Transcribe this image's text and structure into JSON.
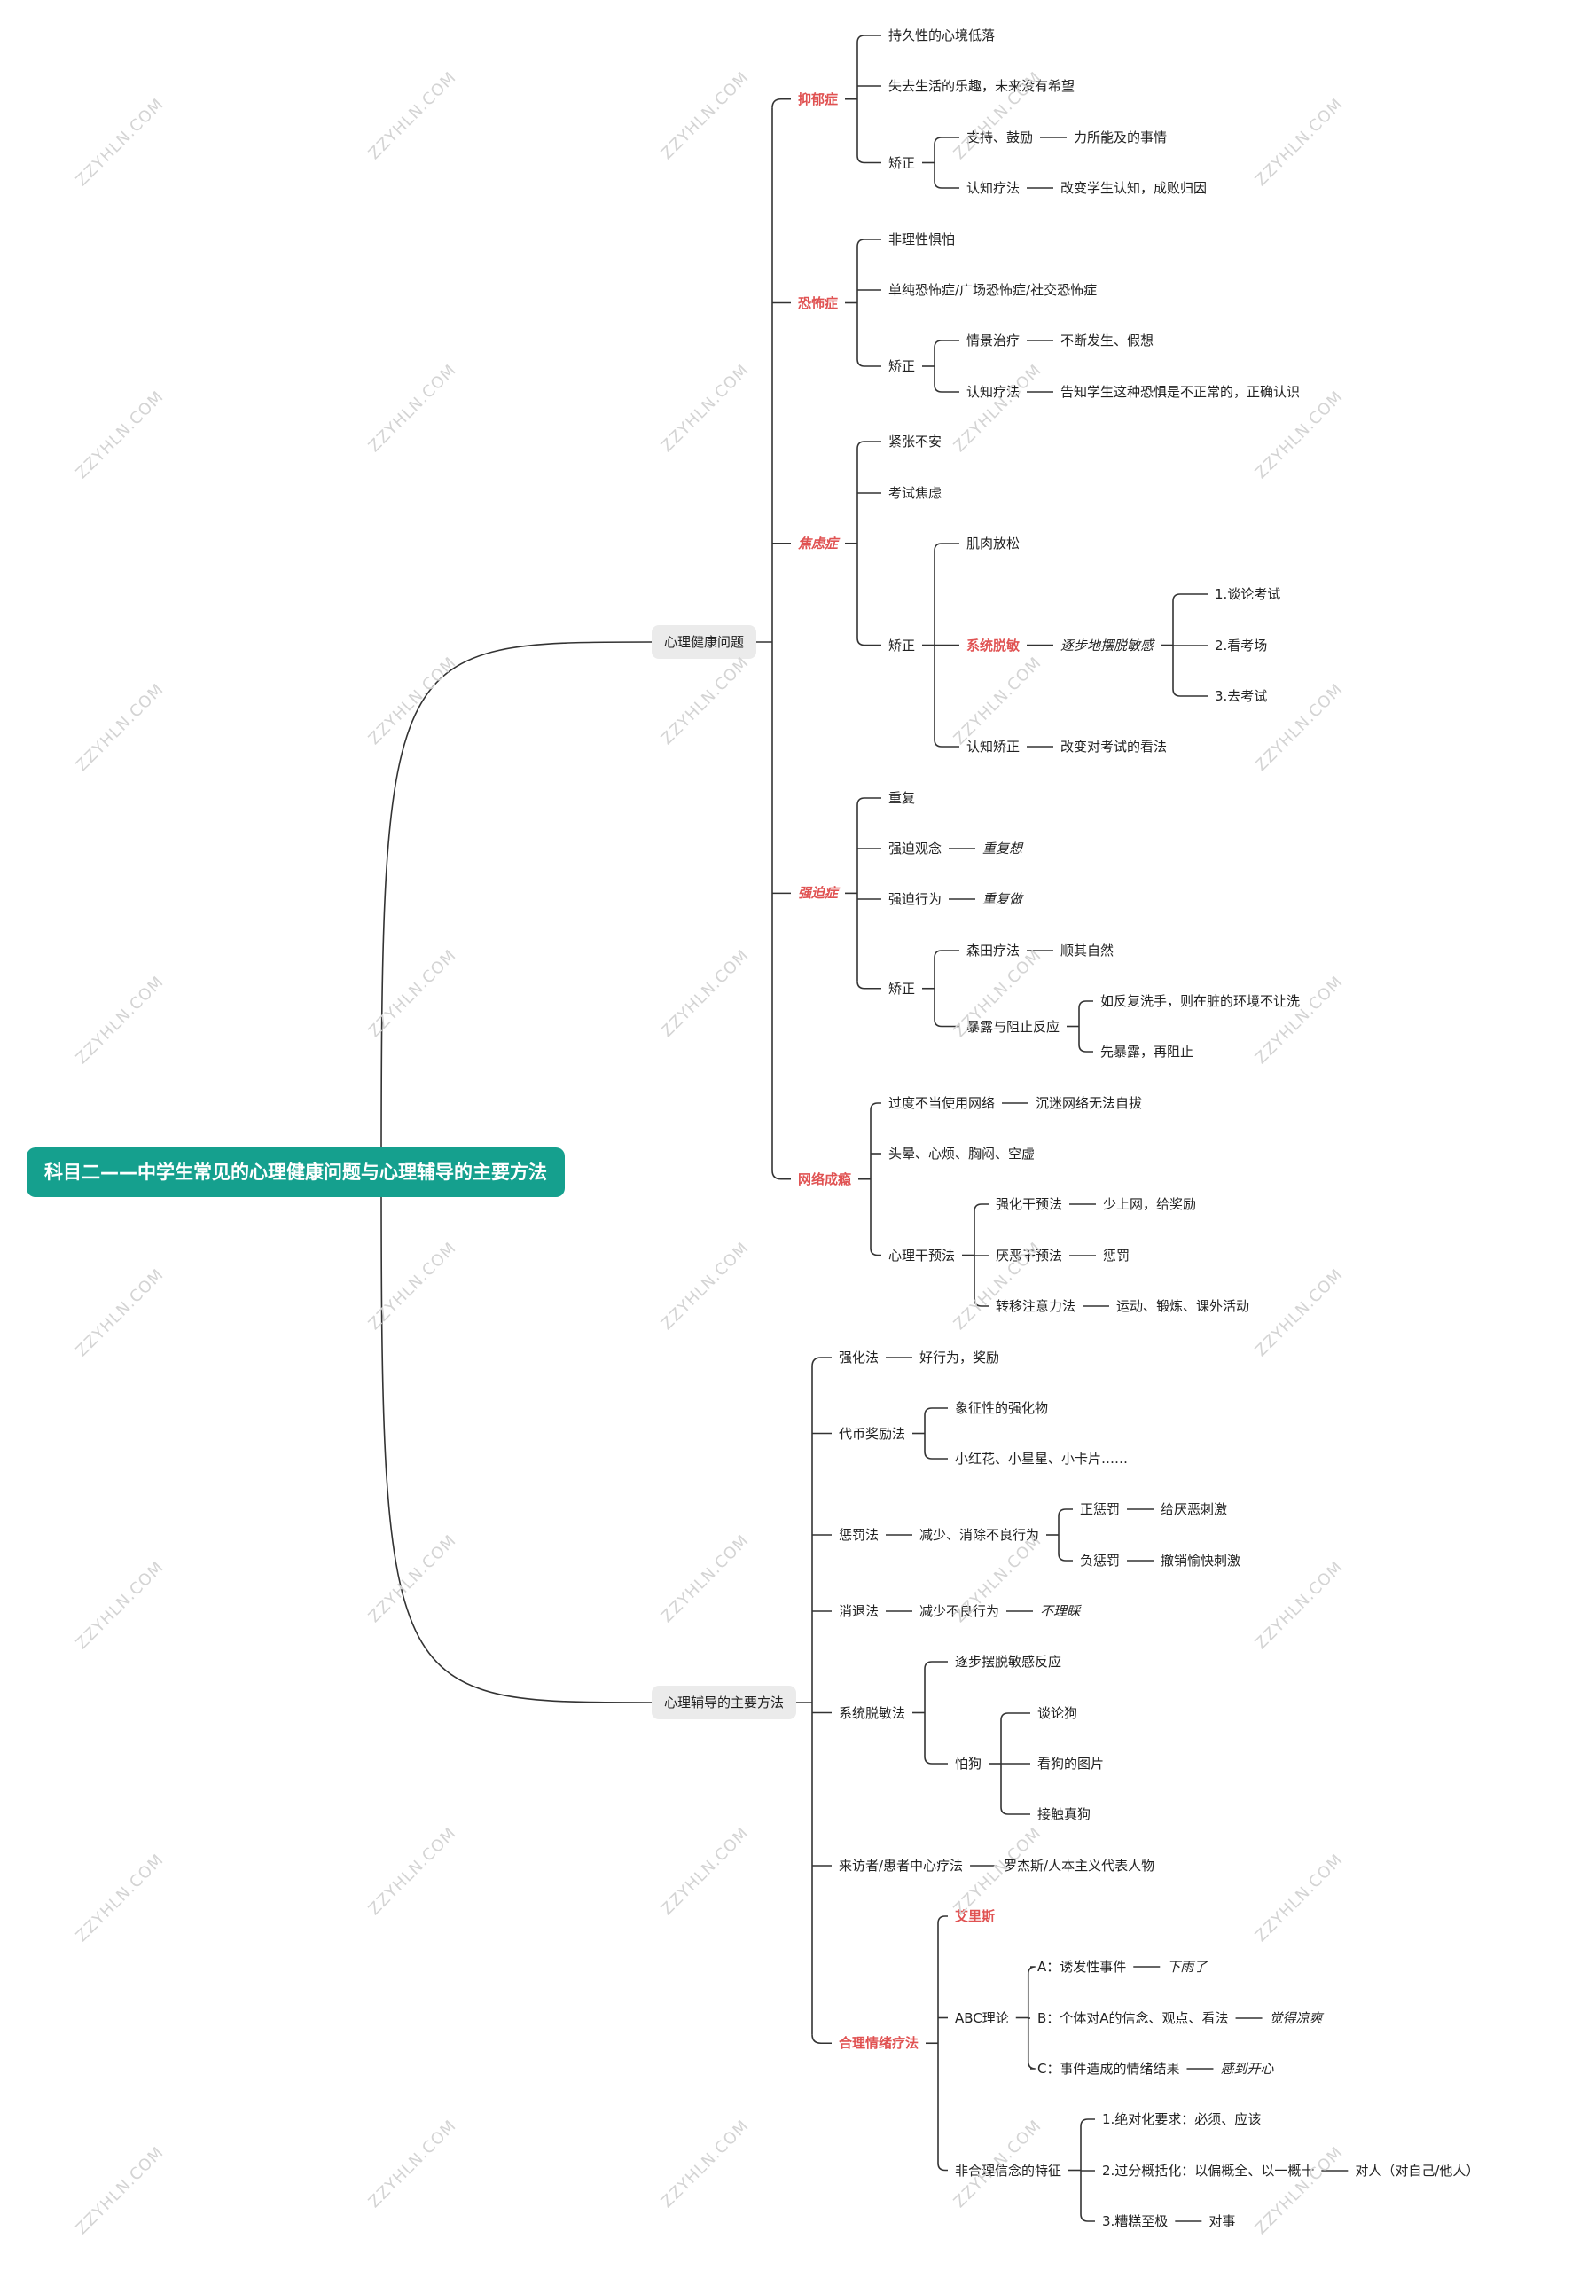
{
  "title": "科目二——中学生常见的心理健康问题与心理辅导的主要方法",
  "watermark": "ZZYHLN.COM",
  "colors": {
    "root_bg": "#15a08e",
    "highlight": "#e05252",
    "pill_bg": "#ebebeb",
    "line": "#333333"
  },
  "branches": [
    {
      "label": "心理健康问题",
      "children": [
        {
          "label": "抑郁症",
          "style": "red",
          "children": [
            {
              "label": "持久性的心境低落"
            },
            {
              "label": "失去生活的乐趣，未来没有希望"
            },
            {
              "label": "矫正",
              "children": [
                {
                  "label": "支持、鼓励",
                  "children": [
                    {
                      "label": "力所能及的事情"
                    }
                  ]
                },
                {
                  "label": "认知疗法",
                  "children": [
                    {
                      "label": "改变学生认知，成败归因"
                    }
                  ]
                }
              ]
            }
          ]
        },
        {
          "label": "恐怖症",
          "style": "red",
          "children": [
            {
              "label": "非理性惧怕"
            },
            {
              "label": "单纯恐怖症/广场恐怖症/社交恐怖症"
            },
            {
              "label": "矫正",
              "children": [
                {
                  "label": "情景治疗",
                  "children": [
                    {
                      "label": "不断发生、假想"
                    }
                  ]
                },
                {
                  "label": "认知疗法",
                  "children": [
                    {
                      "label": "告知学生这种恐惧是不正常的，正确认识"
                    }
                  ]
                }
              ]
            }
          ]
        },
        {
          "label": "焦虑症",
          "style": "red-italic",
          "children": [
            {
              "label": "紧张不安"
            },
            {
              "label": "考试焦虑"
            },
            {
              "label": "矫正",
              "children": [
                {
                  "label": "肌肉放松"
                },
                {
                  "label": "系统脱敏",
                  "style": "red",
                  "children": [
                    {
                      "label": "逐步地摆脱敏感",
                      "style": "italic",
                      "children": [
                        {
                          "label": "1.谈论考试"
                        },
                        {
                          "label": "2.看考场"
                        },
                        {
                          "label": "3.去考试"
                        }
                      ]
                    }
                  ]
                },
                {
                  "label": "认知矫正",
                  "children": [
                    {
                      "label": "改变对考试的看法"
                    }
                  ]
                }
              ]
            }
          ]
        },
        {
          "label": "强迫症",
          "style": "red-italic",
          "children": [
            {
              "label": "重复"
            },
            {
              "label": "强迫观念",
              "children": [
                {
                  "label": "重复想",
                  "style": "italic"
                }
              ]
            },
            {
              "label": "强迫行为",
              "children": [
                {
                  "label": "重复做",
                  "style": "italic"
                }
              ]
            },
            {
              "label": "矫正",
              "children": [
                {
                  "label": "森田疗法",
                  "children": [
                    {
                      "label": "顺其自然"
                    }
                  ]
                },
                {
                  "label": "暴露与阻止反应",
                  "children": [
                    {
                      "label": "如反复洗手，则在脏的环境不让洗"
                    },
                    {
                      "label": "先暴露，再阻止"
                    }
                  ]
                }
              ]
            }
          ]
        },
        {
          "label": "网络成瘾",
          "style": "red",
          "children": [
            {
              "label": "过度不当使用网络",
              "children": [
                {
                  "label": "沉迷网络无法自拔"
                }
              ]
            },
            {
              "label": "头晕、心烦、胸闷、空虚"
            },
            {
              "label": "心理干预法",
              "children": [
                {
                  "label": "强化干预法",
                  "children": [
                    {
                      "label": "少上网，给奖励"
                    }
                  ]
                },
                {
                  "label": "厌恶干预法",
                  "children": [
                    {
                      "label": "惩罚"
                    }
                  ]
                },
                {
                  "label": "转移注意力法",
                  "children": [
                    {
                      "label": "运动、锻炼、课外活动"
                    }
                  ]
                }
              ]
            }
          ]
        }
      ]
    },
    {
      "label": "心理辅导的主要方法",
      "children": [
        {
          "label": "强化法",
          "children": [
            {
              "label": "好行为，奖励"
            }
          ]
        },
        {
          "label": "代币奖励法",
          "children": [
            {
              "label": "象征性的强化物"
            },
            {
              "label": "小红花、小星星、小卡片……"
            }
          ]
        },
        {
          "label": "惩罚法",
          "children": [
            {
              "label": "减少、消除不良行为",
              "children": [
                {
                  "label": "正惩罚",
                  "children": [
                    {
                      "label": "给厌恶刺激"
                    }
                  ]
                },
                {
                  "label": "负惩罚",
                  "children": [
                    {
                      "label": "撤销愉快刺激"
                    }
                  ]
                }
              ]
            }
          ]
        },
        {
          "label": "消退法",
          "children": [
            {
              "label": "减少不良行为",
              "children": [
                {
                  "label": "不理睬",
                  "style": "italic"
                }
              ]
            }
          ]
        },
        {
          "label": "系统脱敏法",
          "children": [
            {
              "label": "逐步摆脱敏感反应"
            },
            {
              "label": "怕狗",
              "children": [
                {
                  "label": "谈论狗"
                },
                {
                  "label": "看狗的图片"
                },
                {
                  "label": "接触真狗"
                }
              ]
            }
          ]
        },
        {
          "label": "来访者/患者中心疗法",
          "children": [
            {
              "label": "罗杰斯/人本主义代表人物"
            }
          ]
        },
        {
          "label": "合理情绪疗法",
          "style": "red",
          "children": [
            {
              "label": "艾里斯",
              "style": "red"
            },
            {
              "label": "ABC理论",
              "children": [
                {
                  "label": "A：诱发性事件",
                  "children": [
                    {
                      "label": "下雨了",
                      "style": "italic"
                    }
                  ]
                },
                {
                  "label": "B：个体对A的信念、观点、看法",
                  "children": [
                    {
                      "label": "觉得凉爽",
                      "style": "italic"
                    }
                  ]
                },
                {
                  "label": "C：事件造成的情绪结果",
                  "children": [
                    {
                      "label": "感到开心",
                      "style": "italic"
                    }
                  ]
                }
              ]
            },
            {
              "label": "非合理信念的特征",
              "children": [
                {
                  "label": "1.绝对化要求：必须、应该"
                },
                {
                  "label": "2.过分概括化：以偏概全、以一概十",
                  "children": [
                    {
                      "label": "对人（对自己/他人）"
                    }
                  ]
                },
                {
                  "label": "3.糟糕至极",
                  "children": [
                    {
                      "label": "对事"
                    }
                  ]
                }
              ]
            }
          ]
        }
      ]
    }
  ]
}
